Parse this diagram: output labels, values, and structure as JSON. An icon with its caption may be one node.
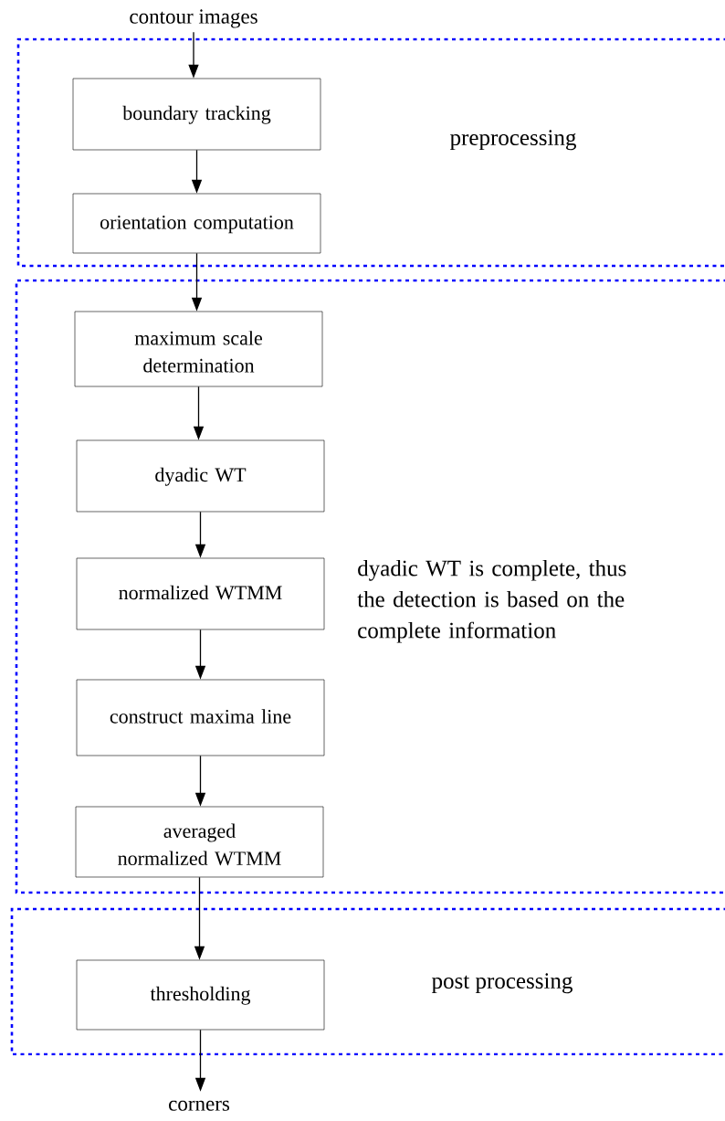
{
  "diagram": {
    "nodes": [
      {
        "text": [
          "contour images"
        ]
      },
      {
        "text": [
          "preprocessing"
        ]
      },
      {
        "text": [
          "boundary tracking"
        ],
        "in": 1
      },
      {
        "text": [
          "orientation computation"
        ],
        "in": 1
      },
      {
        "text": [
          "dyadic WT is complete, thus the detection is based on the complete information"
        ]
      },
      {
        "text": [
          "maximum scale determination"
        ],
        "in": 4
      },
      {
        "text": [
          "dyadic WT"
        ],
        "in": 4
      },
      {
        "text": [
          "normalized WTMM"
        ],
        "in": 4
      },
      {
        "text": [
          "construct maxima line"
        ],
        "in": 4
      },
      {
        "text": [
          "averaged normalized WTMM"
        ],
        "in": 4
      },
      {
        "text": [
          "post processing"
        ]
      },
      {
        "text": [
          "thresholding"
        ],
        "in": 10
      },
      {
        "text": [
          "corners"
        ]
      }
    ],
    "edges": [
      {
        "from": 0,
        "to": 2,
        "arrow": "to"
      },
      {
        "from": 2,
        "to": 3,
        "arrow": "to"
      },
      {
        "from": 3,
        "to": 5,
        "arrow": "to"
      },
      {
        "from": 5,
        "to": 6,
        "arrow": "to"
      },
      {
        "from": 6,
        "to": 7,
        "arrow": "to"
      },
      {
        "from": 7,
        "to": 8,
        "arrow": "to"
      },
      {
        "from": 8,
        "to": 9,
        "arrow": "to"
      },
      {
        "from": 9,
        "to": 11,
        "arrow": "to"
      },
      {
        "from": 11,
        "to": 12,
        "arrow": "to"
      }
    ]
  }
}
